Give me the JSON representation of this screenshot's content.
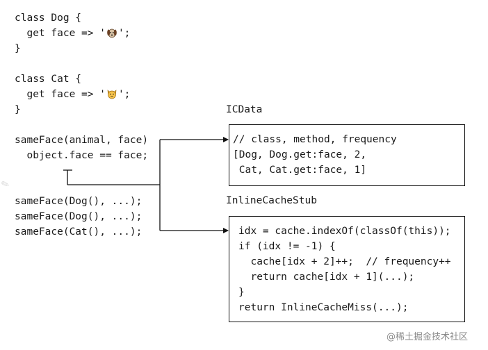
{
  "code": {
    "dog_class": "class Dog {",
    "dog_getter_before": "  get face => '",
    "dog_getter_after": "';",
    "dog_close": "}",
    "cat_class": "class Cat {",
    "cat_getter_before": "  get face => '",
    "cat_getter_after": "';",
    "cat_close": "}",
    "same_face_sig": "sameFace(animal, face)",
    "same_face_body": "  object.face == face;",
    "call_1": "sameFace(Dog(), ...);",
    "call_2": "sameFace(Dog(), ...);",
    "call_3": "sameFace(Cat(), ...);"
  },
  "icons": {
    "dog": "dog-face-icon",
    "cat": "cat-face-icon"
  },
  "icdata": {
    "title": "ICData",
    "lines": [
      "// class, method, frequency",
      "[Dog, Dog.get:face, 2,",
      " Cat, Cat.get:face, 1]"
    ]
  },
  "stub": {
    "title": "InlineCacheStub",
    "lines": [
      "idx = cache.indexOf(classOf(this));",
      "if (idx != -1) {",
      "  cache[idx + 2]++;  // frequency++",
      "  return cache[idx + 1](...);",
      "}",
      "return InlineCacheMiss(...);"
    ]
  },
  "watermark": "@稀土掘金技术社区",
  "colors": {
    "text": "#1a1a1a",
    "border": "#111111",
    "watermark": "#8a8a8a"
  }
}
